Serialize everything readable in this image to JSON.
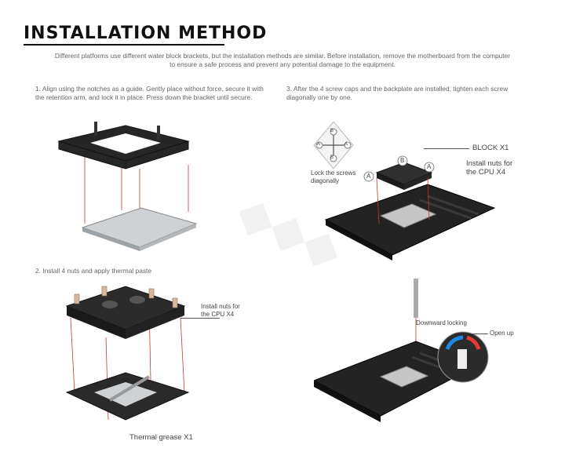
{
  "header": {
    "title": "INSTALLATION METHOD",
    "intro_line1": "Different platforms use different water block brackets, but the installation methods are similar. Before installation, remove the motherboard from the computer",
    "intro_line2": "to ensure a safe process and prevent any potential damage to the equipment."
  },
  "steps": {
    "step1_line1": "1. Align using the notches as a guide. Gently place without force, secure it with",
    "step1_line2": "the retention arm, and lock it in place. Press down the bracket until secure.",
    "step2": "2. Install 4 nuts and apply thermal paste",
    "step3_line1": "3. After the 4 screw caps and the backplate are installed, tighten each screw",
    "step3_line2": "diagonally one by one."
  },
  "callouts": {
    "install_nuts_left_1": "Install nuts for",
    "install_nuts_left_2": "the CPU X4",
    "thermal_grease": "Thermal grease X1",
    "block": "BLOCK X1",
    "install_nuts_right_1": "Install nuts for",
    "install_nuts_right_2": "the CPU X4",
    "lock_screws_1": "Lock the screws",
    "lock_screws_2": "diagonally",
    "downward_locking": "Downward locking",
    "open_up": "Open up"
  },
  "diagram_labels": {
    "a": "A",
    "b": "B"
  },
  "colors": {
    "title": "#111111",
    "text": "#666666",
    "guide_line": "#c0392b",
    "hardware_dark": "#222222",
    "metal": "#c8c8c8",
    "arrow_blue": "#1e88e5",
    "arrow_red": "#e53935"
  }
}
